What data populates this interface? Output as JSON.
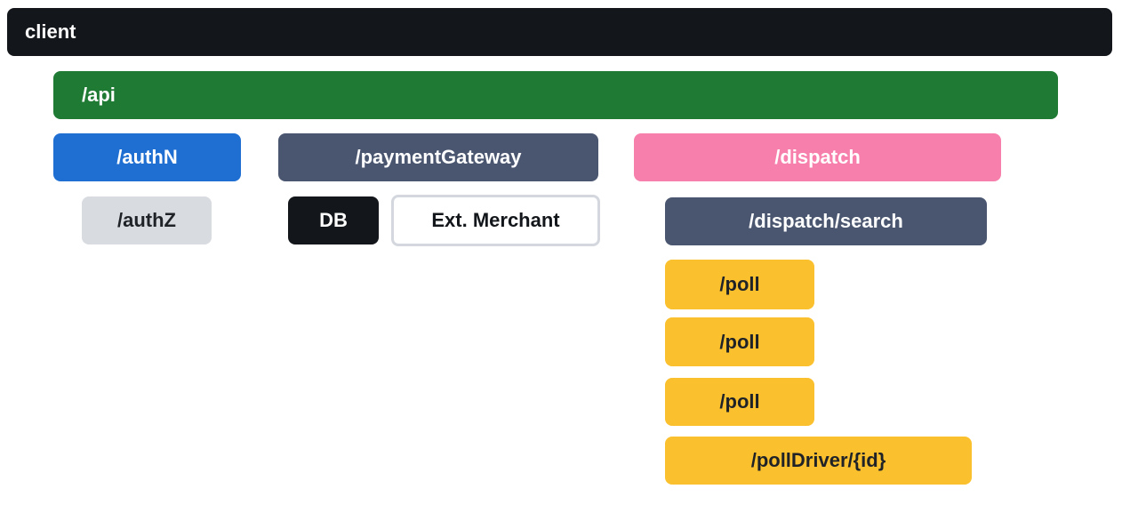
{
  "colors": {
    "client": "#13161a",
    "api": "#1f7a34",
    "authN": "#1f6fd2",
    "authZ": "#d8dbe0",
    "payment_gateway": "#4a5670",
    "db": "#13161a",
    "ext_merchant_border": "#d4d8de",
    "dispatch": "#f77fab",
    "dispatch_search": "#4a5670",
    "poll": "#fbc02d"
  },
  "nodes": {
    "client": "client",
    "api": "/api",
    "authN": "/authN",
    "authZ": "/authZ",
    "payment_gateway": "/paymentGateway",
    "db": "DB",
    "ext_merchant": "Ext. Merchant",
    "dispatch": "/dispatch",
    "dispatch_search": "/dispatch/search",
    "polls": [
      "/poll",
      "/poll",
      "/poll"
    ],
    "poll_driver": "/pollDriver/{id}"
  }
}
